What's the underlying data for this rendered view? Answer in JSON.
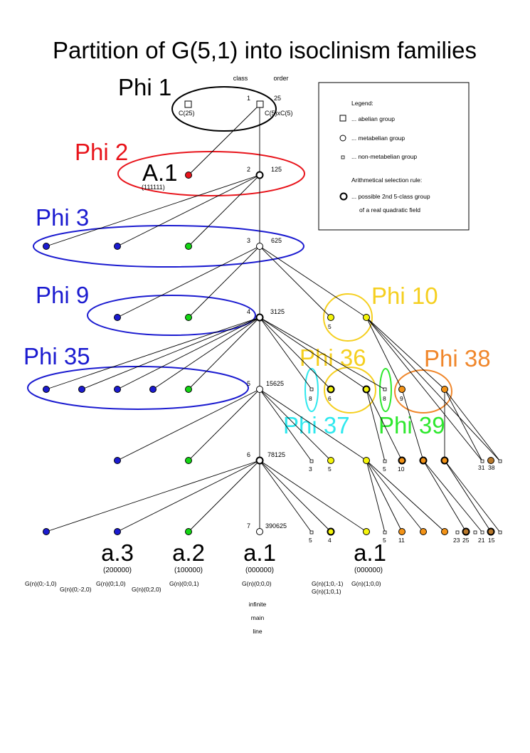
{
  "title": "Partition of G(5,1) into isoclinism families",
  "header": {
    "class": "class",
    "order": "order"
  },
  "colors": {
    "black": "#000000",
    "red": "#e8141b",
    "blue": "#1b1bd0",
    "green": "#13d613",
    "yellow": "#f5f50a",
    "orange": "#f39317",
    "brown": "#b8782a",
    "cyan": "#2fe8ee",
    "lightgreen": "#2ee82e",
    "gold": "#f5cf1f",
    "lightorange": "#f0862a"
  },
  "families": [
    {
      "id": "phi1",
      "label": "Phi 1",
      "color": "black"
    },
    {
      "id": "phi2",
      "label": "Phi 2",
      "color": "red"
    },
    {
      "id": "phi3",
      "label": "Phi 3",
      "color": "blue"
    },
    {
      "id": "phi9",
      "label": "Phi 9",
      "color": "blue"
    },
    {
      "id": "phi10",
      "label": "Phi 10",
      "color": "gold"
    },
    {
      "id": "phi35",
      "label": "Phi 35",
      "color": "blue"
    },
    {
      "id": "phi36",
      "label": "Phi 36",
      "color": "gold"
    },
    {
      "id": "phi37",
      "label": "Phi 37",
      "color": "cyan"
    },
    {
      "id": "phi38",
      "label": "Phi 38",
      "color": "lightorange"
    },
    {
      "id": "phi39",
      "label": "Phi 39",
      "color": "lightgreen"
    }
  ],
  "mainline": [
    {
      "class": "1",
      "order": "25"
    },
    {
      "class": "2",
      "order": "125"
    },
    {
      "class": "3",
      "order": "625"
    },
    {
      "class": "4",
      "order": "3125"
    },
    {
      "class": "5",
      "order": "15625"
    },
    {
      "class": "6",
      "order": "78125"
    },
    {
      "class": "7",
      "order": "390625"
    }
  ],
  "legend": {
    "title": "Legend:",
    "abelian": "... abelian group",
    "metabelian": "... metabelian group",
    "nonmetabelian": "... non-metabelian group",
    "rule_title": "Arithmetical selection rule:",
    "rule_line1": "... possible 2nd 5-class group",
    "rule_line2": "of a real quadratic field"
  },
  "top_labels": {
    "c25": "C(25)",
    "c5xc5": "C(5)xC(5)",
    "a1_big": "A.1",
    "a1_code": "(111111)"
  },
  "node_counts": {
    "y10": "5",
    "r5_cyan": "8",
    "r5_y": "6",
    "r5_lg": "8",
    "r5_o": "9",
    "r6_3": "3",
    "r6_5a": "5",
    "r6_5b": "5",
    "r6_10": "10",
    "r6_31": "31",
    "r6_38": "38",
    "r7_5a": "5",
    "r7_4": "4",
    "r7_5b": "5",
    "r7_11": "11",
    "r7_23": "23",
    "r7_25": "25",
    "r7_21": "21",
    "r7_15": "15"
  },
  "bottom": {
    "a3": "a.3",
    "a3_code": "(200000)",
    "a2": "a.2",
    "a2_code": "(100000)",
    "a1m": "a.1",
    "a1m_code": "(000000)",
    "a1r": "a.1",
    "a1r_code": "(000000)",
    "g1": "G(n)(0;-1,0)",
    "g2": "G(n)(0;-2,0)",
    "g3": "G(n)(0;1,0)",
    "g4": "G(n)(0;2,0)",
    "g5": "G(n)(0;0,1)",
    "g6": "G(n)(0;0,0)",
    "g7": "G(n)(1;0,-1)",
    "g8": "G(n)(1;0,1)",
    "g9": "G(n)(1;0,0)",
    "infinite": "infinite",
    "main": "main",
    "line": "line"
  }
}
